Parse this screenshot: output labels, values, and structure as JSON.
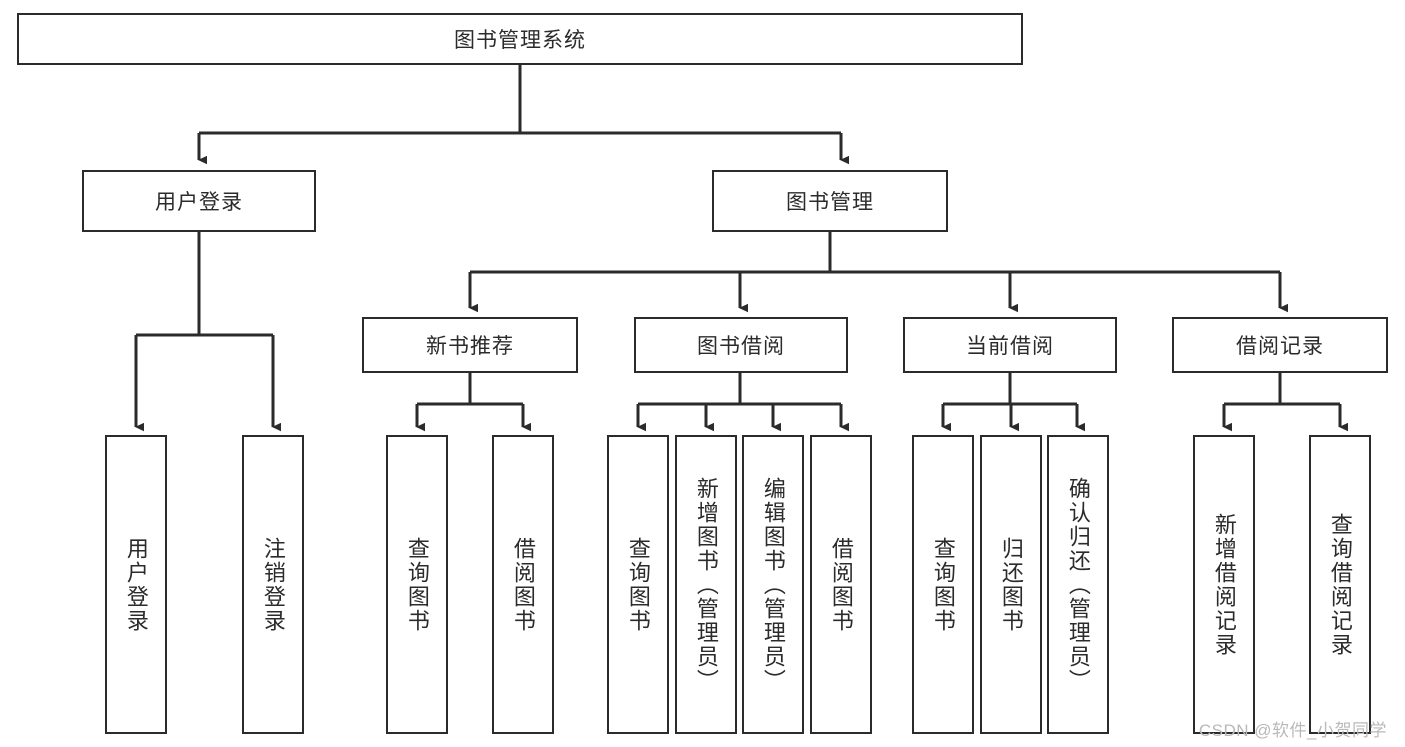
{
  "diagram": {
    "title": "图书管理系统",
    "type": "tree-hierarchy-diagram",
    "colors": {
      "stroke": "#2b2b2b",
      "fill": "#ffffff",
      "text": "#2b2b2b",
      "watermark": "#b9b9b9"
    },
    "root": {
      "label": "图书管理系统"
    },
    "level2": [
      {
        "label": "用户登录"
      },
      {
        "label": "图书管理"
      }
    ],
    "level3": [
      {
        "label": "新书推荐"
      },
      {
        "label": "图书借阅"
      },
      {
        "label": "当前借阅"
      },
      {
        "label": "借阅记录"
      }
    ],
    "leaves": {
      "user_login": [
        {
          "label": "用户登录"
        },
        {
          "label": "注销登录"
        }
      ],
      "new_book_recommend": [
        {
          "label": "查询图书"
        },
        {
          "label": "借阅图书"
        }
      ],
      "book_borrow": [
        {
          "label": "查询图书"
        },
        {
          "label": "新增图书（管理员）"
        },
        {
          "label": "编辑图书（管理员）"
        },
        {
          "label": "借阅图书"
        }
      ],
      "current_borrow": [
        {
          "label": "查询图书"
        },
        {
          "label": "归还图书"
        },
        {
          "label": "确认归还（管理员）"
        }
      ],
      "borrow_record": [
        {
          "label": "新增借阅记录"
        },
        {
          "label": "查询借阅记录"
        }
      ]
    }
  },
  "watermark": {
    "text": "CSDN @软件_小贺同学"
  }
}
